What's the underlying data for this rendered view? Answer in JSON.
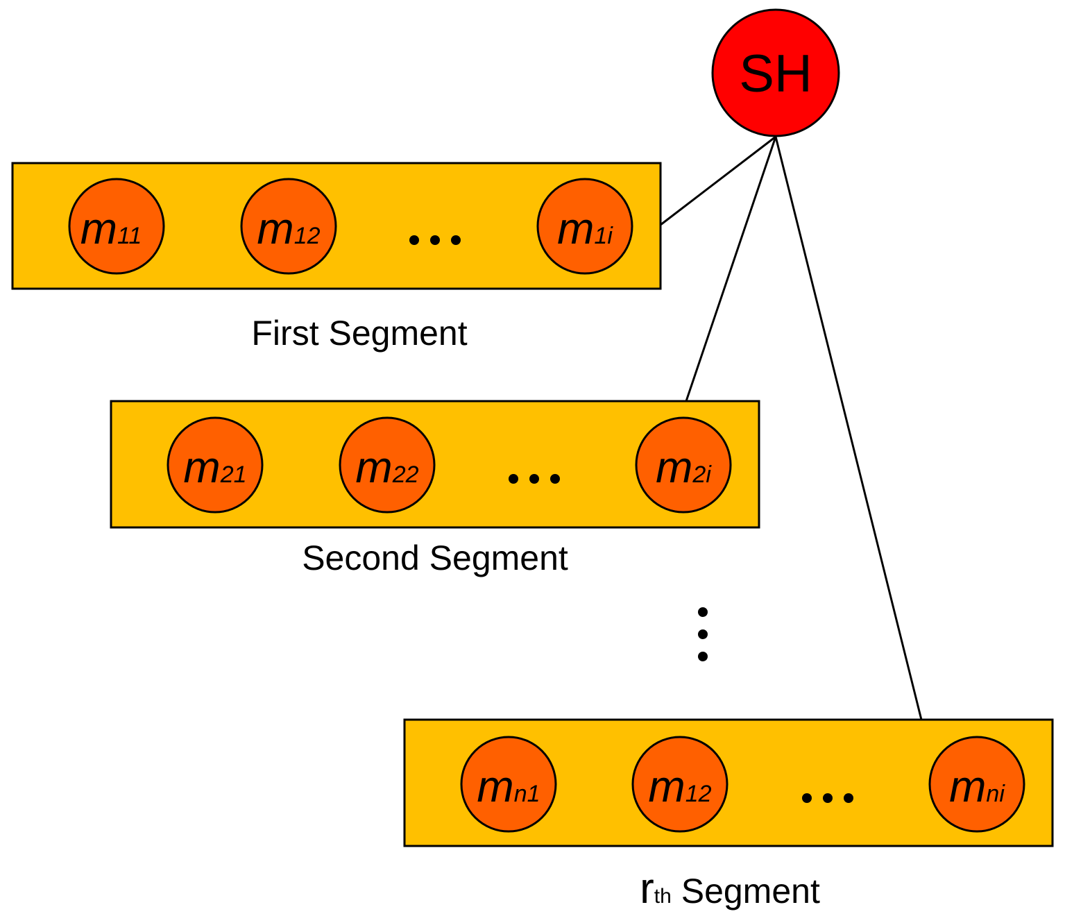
{
  "head": {
    "label": "SH"
  },
  "segments": [
    {
      "caption": "First Segment",
      "nodes": [
        {
          "base": "m",
          "sub": "11"
        },
        {
          "base": "m",
          "sub": "12"
        },
        {
          "base": "m",
          "sub": "1i"
        }
      ]
    },
    {
      "caption": "Second Segment",
      "nodes": [
        {
          "base": "m",
          "sub": "21"
        },
        {
          "base": "m",
          "sub": "22"
        },
        {
          "base": "m",
          "sub": "2i"
        }
      ]
    },
    {
      "caption_main": "r",
      "caption_sub": "th",
      "caption_rest": " Segment",
      "nodes": [
        {
          "base": "m",
          "sub": "n1"
        },
        {
          "base": "m",
          "sub": "12"
        },
        {
          "base": "m",
          "sub": "ni"
        }
      ]
    }
  ],
  "colors": {
    "segment_fill": "#FFC000",
    "node_fill": "#FF6000",
    "head_fill": "#FF0000"
  }
}
